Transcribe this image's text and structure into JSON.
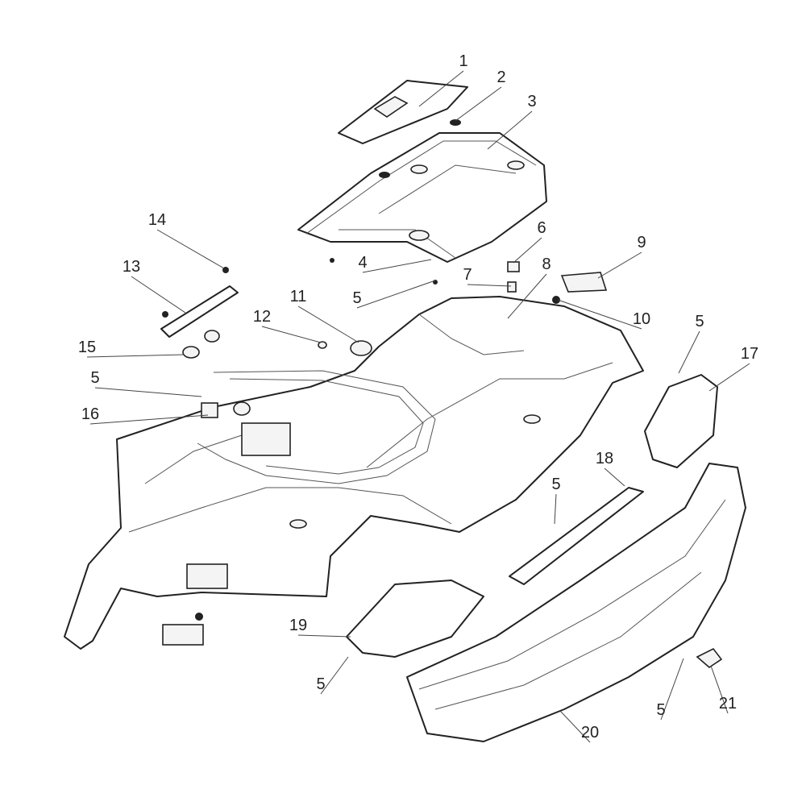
{
  "title": "Rear body exploded parts diagram",
  "callouts": [
    "1",
    "2",
    "3",
    "4",
    "5",
    "6",
    "7",
    "8",
    "9",
    "10",
    "11",
    "12",
    "13",
    "14",
    "15",
    "5",
    "16",
    "5",
    "17",
    "18",
    "5",
    "19",
    "5",
    "20",
    "5",
    "21"
  ]
}
